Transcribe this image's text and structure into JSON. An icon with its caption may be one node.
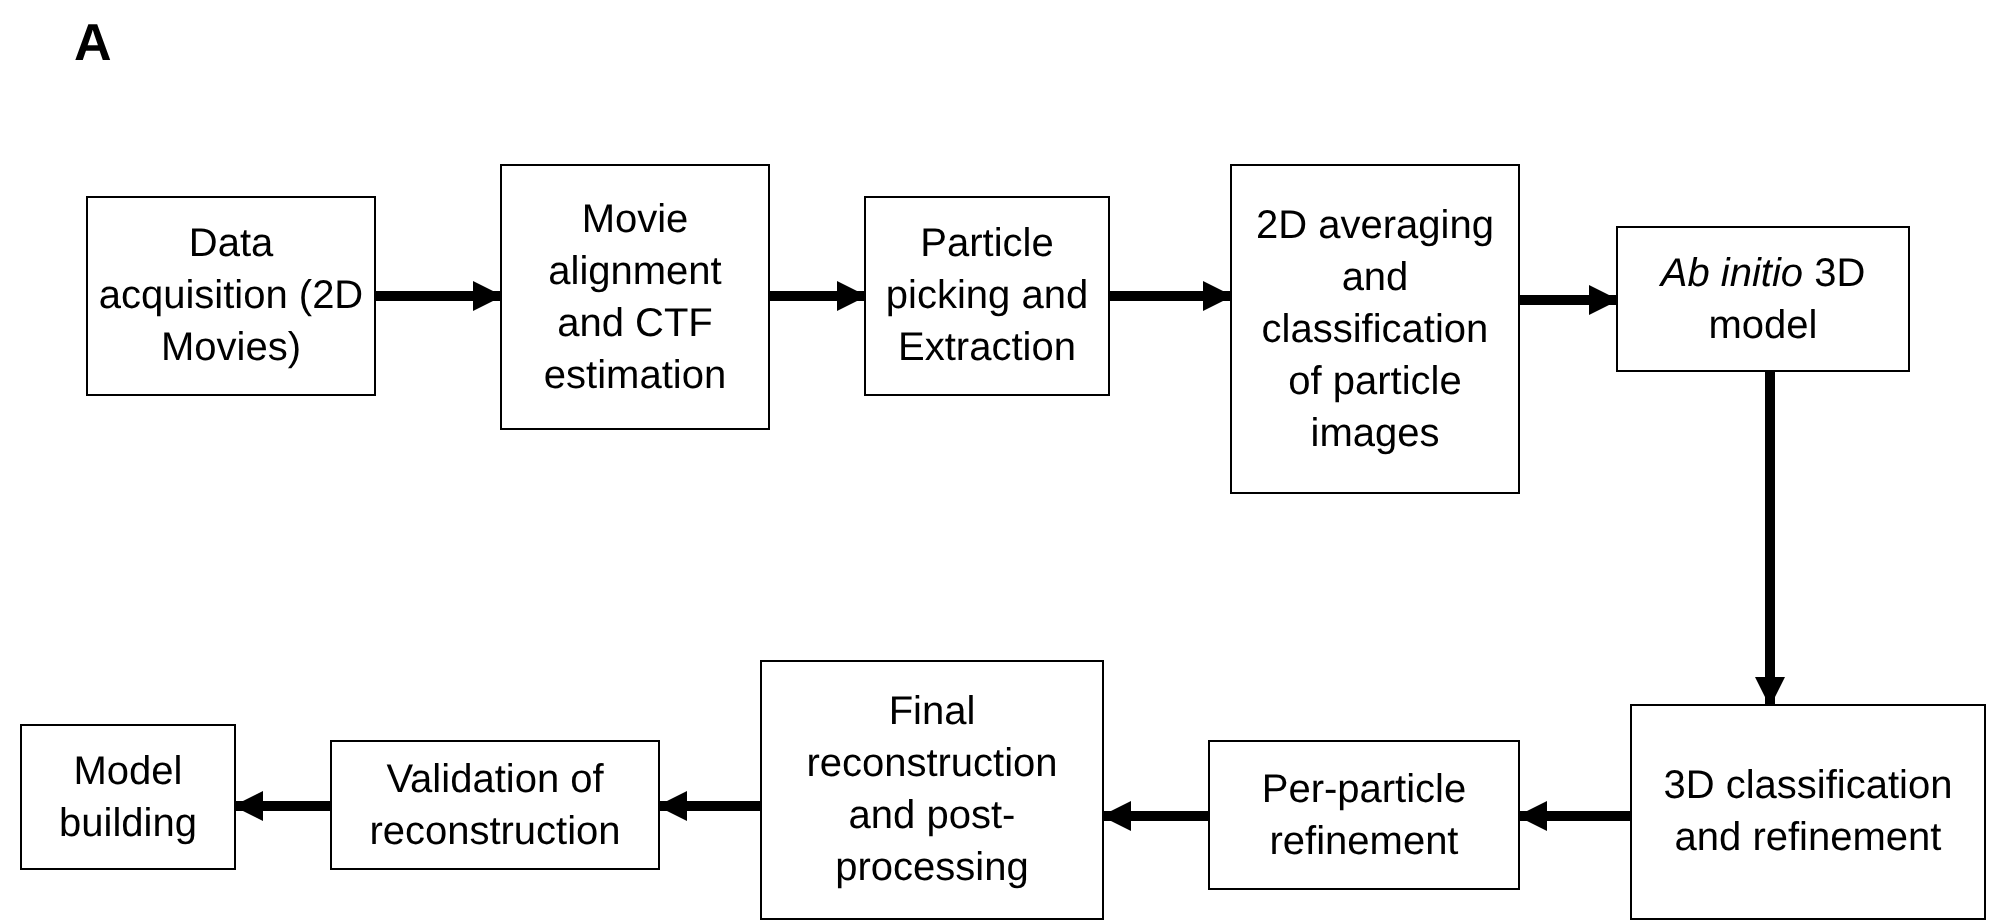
{
  "diagram": {
    "title": "A",
    "nodes": [
      {
        "text": [
          "Data acquisition (2D Movies)"
        ]
      },
      {
        "text": [
          "Movie alignment and CTF estimation"
        ]
      },
      {
        "text": [
          "Particle picking and Extraction"
        ]
      },
      {
        "text": [
          "2D averaging and classification of particle images"
        ]
      },
      {
        "text": [
          "*Ab initio* 3D model"
        ]
      },
      {
        "text": [
          "3D classification and refinement"
        ]
      },
      {
        "text": [
          "Per-particle refinement"
        ]
      },
      {
        "text": [
          "Final reconstruction and post-processing"
        ]
      },
      {
        "text": [
          "Validation of reconstruction"
        ]
      },
      {
        "text": [
          "Model building"
        ]
      }
    ],
    "edges": [
      {
        "from": 0,
        "to": 1,
        "arrow": "to"
      },
      {
        "from": 1,
        "to": 2,
        "arrow": "to"
      },
      {
        "from": 2,
        "to": 3,
        "arrow": "to"
      },
      {
        "from": 3,
        "to": 4,
        "arrow": "to"
      },
      {
        "from": 4,
        "to": 5,
        "arrow": "to"
      },
      {
        "from": 5,
        "to": 6,
        "arrow": "to"
      },
      {
        "from": 6,
        "to": 7,
        "arrow": "to"
      },
      {
        "from": 7,
        "to": 8,
        "arrow": "to"
      },
      {
        "from": 8,
        "to": 9,
        "arrow": "to"
      }
    ]
  }
}
